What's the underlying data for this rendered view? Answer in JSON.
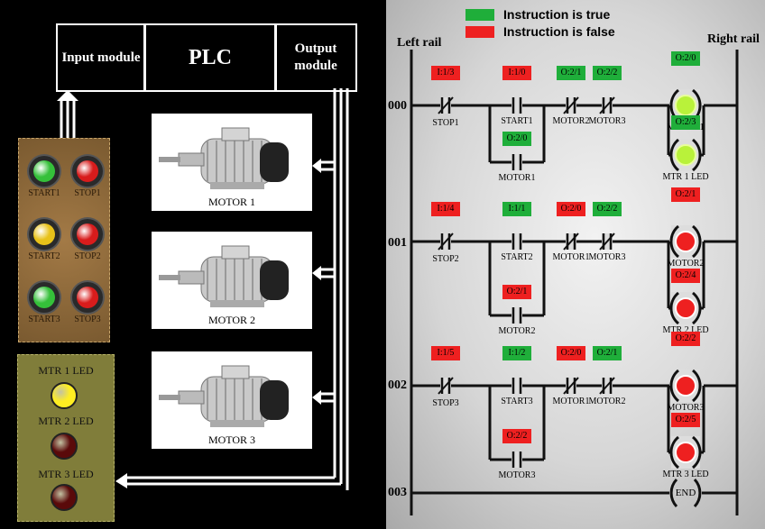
{
  "colors": {
    "true": "#1fae3a",
    "false": "#ee2020"
  },
  "plc": {
    "input": "Input module",
    "core": "PLC",
    "output": "Output module"
  },
  "buttons": [
    {
      "label": "START1",
      "color": "#35c03a"
    },
    {
      "label": "STOP1",
      "color": "#d81c1c"
    },
    {
      "label": "START2",
      "color": "#e8c21a"
    },
    {
      "label": "STOP2",
      "color": "#d81c1c"
    },
    {
      "label": "START3",
      "color": "#35c03a"
    },
    {
      "label": "STOP3",
      "color": "#d81c1c"
    }
  ],
  "leds": [
    {
      "label": "MTR 1 LED",
      "color": "#ffee22"
    },
    {
      "label": "MTR 2 LED",
      "color": "#5a0a0a"
    },
    {
      "label": "MTR 3 LED",
      "color": "#5a0a0a"
    }
  ],
  "motors": [
    "MOTOR 1",
    "MOTOR 2",
    "MOTOR 3"
  ],
  "legend": {
    "true_text": "Instruction is true",
    "false_text": "Instruction is false"
  },
  "rails": {
    "left": "Left rail",
    "right": "Right rail"
  },
  "rungs": [
    "000",
    "001",
    "002",
    "003"
  ],
  "rung0": {
    "stop": {
      "tag": "I:1/3",
      "label": "STOP1",
      "state": "false"
    },
    "start": {
      "tag": "I:1/0",
      "label": "START1",
      "state": "false"
    },
    "seal": {
      "tag": "O:2/0",
      "label": "MOTOR1",
      "state": "true"
    },
    "nc1": {
      "tag": "O:2/1",
      "label": "MOTOR2",
      "state": "true"
    },
    "nc2": {
      "tag": "O:2/2",
      "label": "MOTOR3",
      "state": "true"
    },
    "coil1": {
      "tag": "O:2/0",
      "label": "MOTOR1",
      "state": "true"
    },
    "coil2": {
      "tag": "O:2/3",
      "label": "MTR 1 LED",
      "state": "true"
    }
  },
  "rung1": {
    "stop": {
      "tag": "I:1/4",
      "label": "STOP2",
      "state": "false"
    },
    "start": {
      "tag": "I:1/1",
      "label": "START2",
      "state": "true"
    },
    "seal": {
      "tag": "O:2/1",
      "label": "MOTOR2",
      "state": "false"
    },
    "nc1": {
      "tag": "O:2/0",
      "label": "MOTOR1",
      "state": "false"
    },
    "nc2": {
      "tag": "O:2/2",
      "label": "MOTOR3",
      "state": "true"
    },
    "coil1": {
      "tag": "O:2/1",
      "label": "MOTOR2",
      "state": "false"
    },
    "coil2": {
      "tag": "O:2/4",
      "label": "MTR 2 LED",
      "state": "false"
    }
  },
  "rung2": {
    "stop": {
      "tag": "I:1/5",
      "label": "STOP3",
      "state": "false"
    },
    "start": {
      "tag": "I:1/2",
      "label": "START3",
      "state": "true"
    },
    "seal": {
      "tag": "O:2/2",
      "label": "MOTOR3",
      "state": "false"
    },
    "nc1": {
      "tag": "O:2/0",
      "label": "MOTOR1",
      "state": "false"
    },
    "nc2": {
      "tag": "O:2/1",
      "label": "MOTOR2",
      "state": "true"
    },
    "coil1": {
      "tag": "O:2/2",
      "label": "MOTOR3",
      "state": "false"
    },
    "coil2": {
      "tag": "O:2/5",
      "label": "MTR 3 LED",
      "state": "false"
    }
  },
  "end_label": "END"
}
